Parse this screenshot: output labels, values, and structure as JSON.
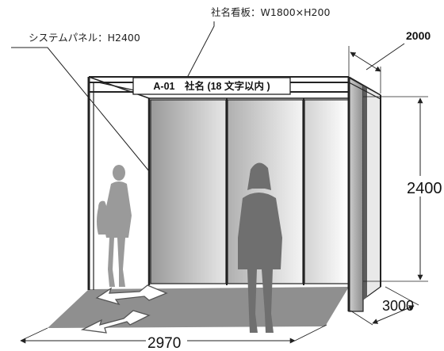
{
  "labels": {
    "sign_callout": "社名看板：W1800×H200",
    "panel_callout": "システムパネル：H2400",
    "sign_text": "A-01　社名 (18 文字以内 )"
  },
  "dimensions": {
    "top_depth": "2000",
    "height": "2400",
    "depth": "3000",
    "width": "2970"
  }
}
